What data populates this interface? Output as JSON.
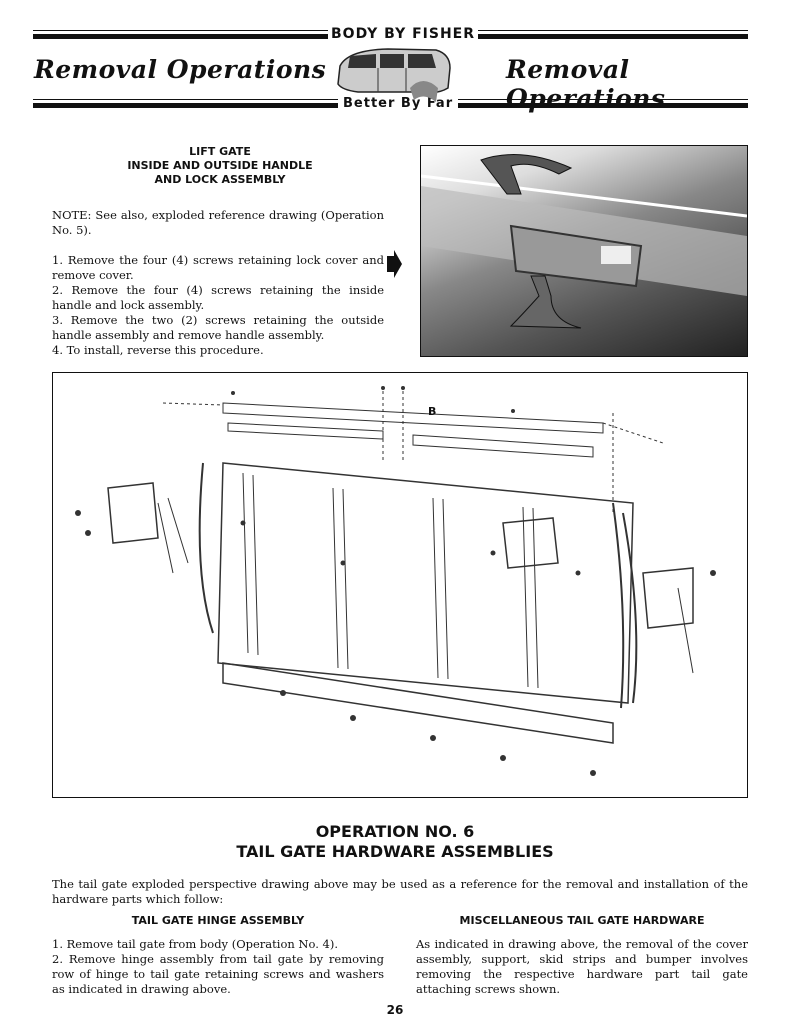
{
  "header": {
    "top_banner": "BODY BY FISHER",
    "bottom_banner": "Better By Far",
    "left_title": "Removal Operations",
    "right_title": "Removal Operations"
  },
  "lift_gate": {
    "heading_lines": [
      "LIFT GATE",
      "INSIDE AND OUTSIDE HANDLE",
      "AND LOCK ASSEMBLY"
    ],
    "note": "NOTE: See also, exploded reference drawing (Operation No. 5).",
    "steps": [
      "1. Remove the four (4) screws retaining lock cover and remove cover.",
      "2. Remove the four (4) screws retaining the inside handle and lock assembly.",
      "3. Remove the two (2) screws retaining the outside handle assembly and remove handle assembly.",
      "4. To install, reverse this procedure."
    ]
  },
  "diagram": {
    "callout": "B"
  },
  "operation": {
    "number": "OPERATION NO. 6",
    "title": "TAIL GATE HARDWARE ASSEMBLIES",
    "intro": "The tail gate exploded perspective drawing above may be used as a reference for the removal and installation of the hardware parts which follow:",
    "hinge": {
      "heading": "TAIL GATE HINGE ASSEMBLY",
      "steps": [
        "1. Remove tail gate from body (Operation No. 4).",
        "2. Remove hinge assembly from tail gate by removing row of hinge to tail gate retaining screws and washers as indicated in drawing above."
      ]
    },
    "misc": {
      "heading": "MISCELLANEOUS TAIL GATE HARDWARE",
      "text": "As indicated in drawing above, the removal of the cover assembly, support, skid strips and bumper involves removing the respective hardware part tail gate attaching screws shown."
    }
  },
  "page_number": "26"
}
